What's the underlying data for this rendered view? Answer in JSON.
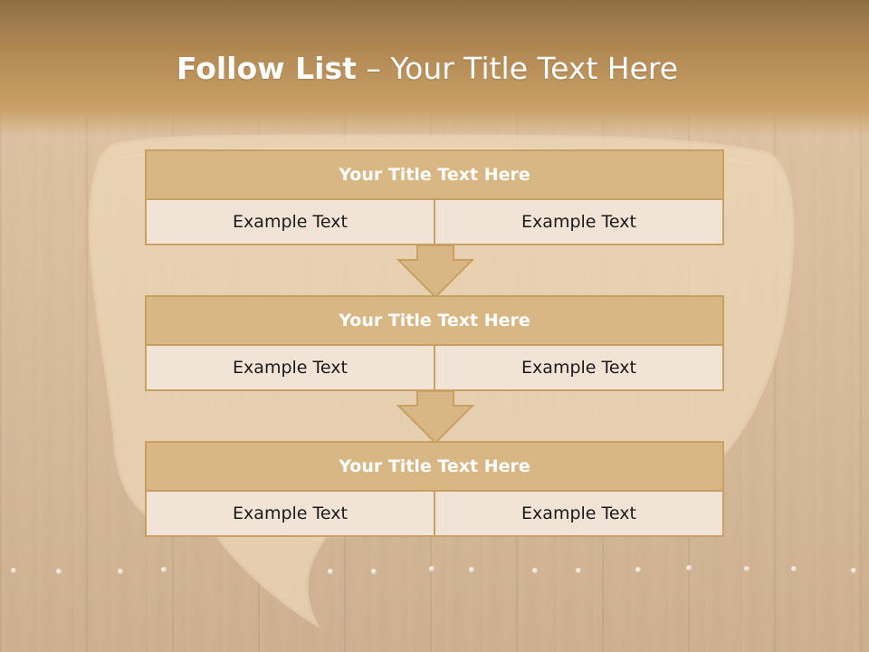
{
  "slide": {
    "title_bold": "Follow List",
    "title_rest": " – Your Title Text Here",
    "colors": {
      "header": "#b48a55",
      "box_header": "#d8b784",
      "box_border": "#c9a064",
      "cell_bg": "#f1e4d6",
      "arrow_fill": "#d8b784"
    }
  },
  "flow": [
    {
      "title": "Your Title Text Here",
      "left": "Example Text",
      "right": "Example Text"
    },
    {
      "title": "Your Title Text Here",
      "left": "Example Text",
      "right": "Example Text"
    },
    {
      "title": "Your Title Text Here",
      "left": "Example Text",
      "right": "Example Text"
    }
  ],
  "icons": {
    "arrow": "down-arrow-icon"
  }
}
